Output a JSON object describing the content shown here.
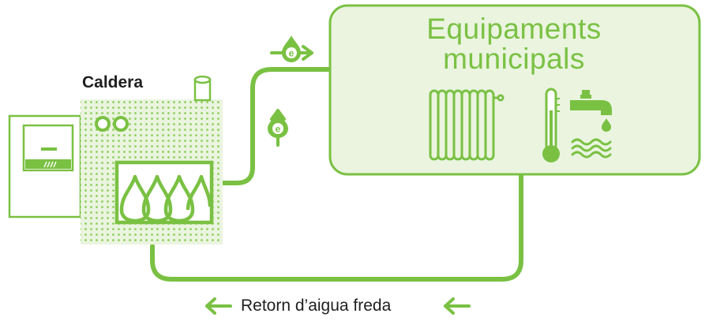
{
  "boiler": {
    "label": "Caldera"
  },
  "destination": {
    "title_line1": "Equipaments",
    "title_line2": "municipals"
  },
  "return_flow": {
    "label": "Retorn d’aigua freda"
  },
  "energy_badge": "e",
  "colors": {
    "accent": "#7ac143",
    "panel_fill": "#eaf4df",
    "dots": "#d6ebc4",
    "text": "#1f1f1f"
  },
  "icons": [
    "radiator-icon",
    "thermometer-icon",
    "tap-icon",
    "water-waves-icon",
    "flames-icon",
    "energy-arrow-icon"
  ]
}
